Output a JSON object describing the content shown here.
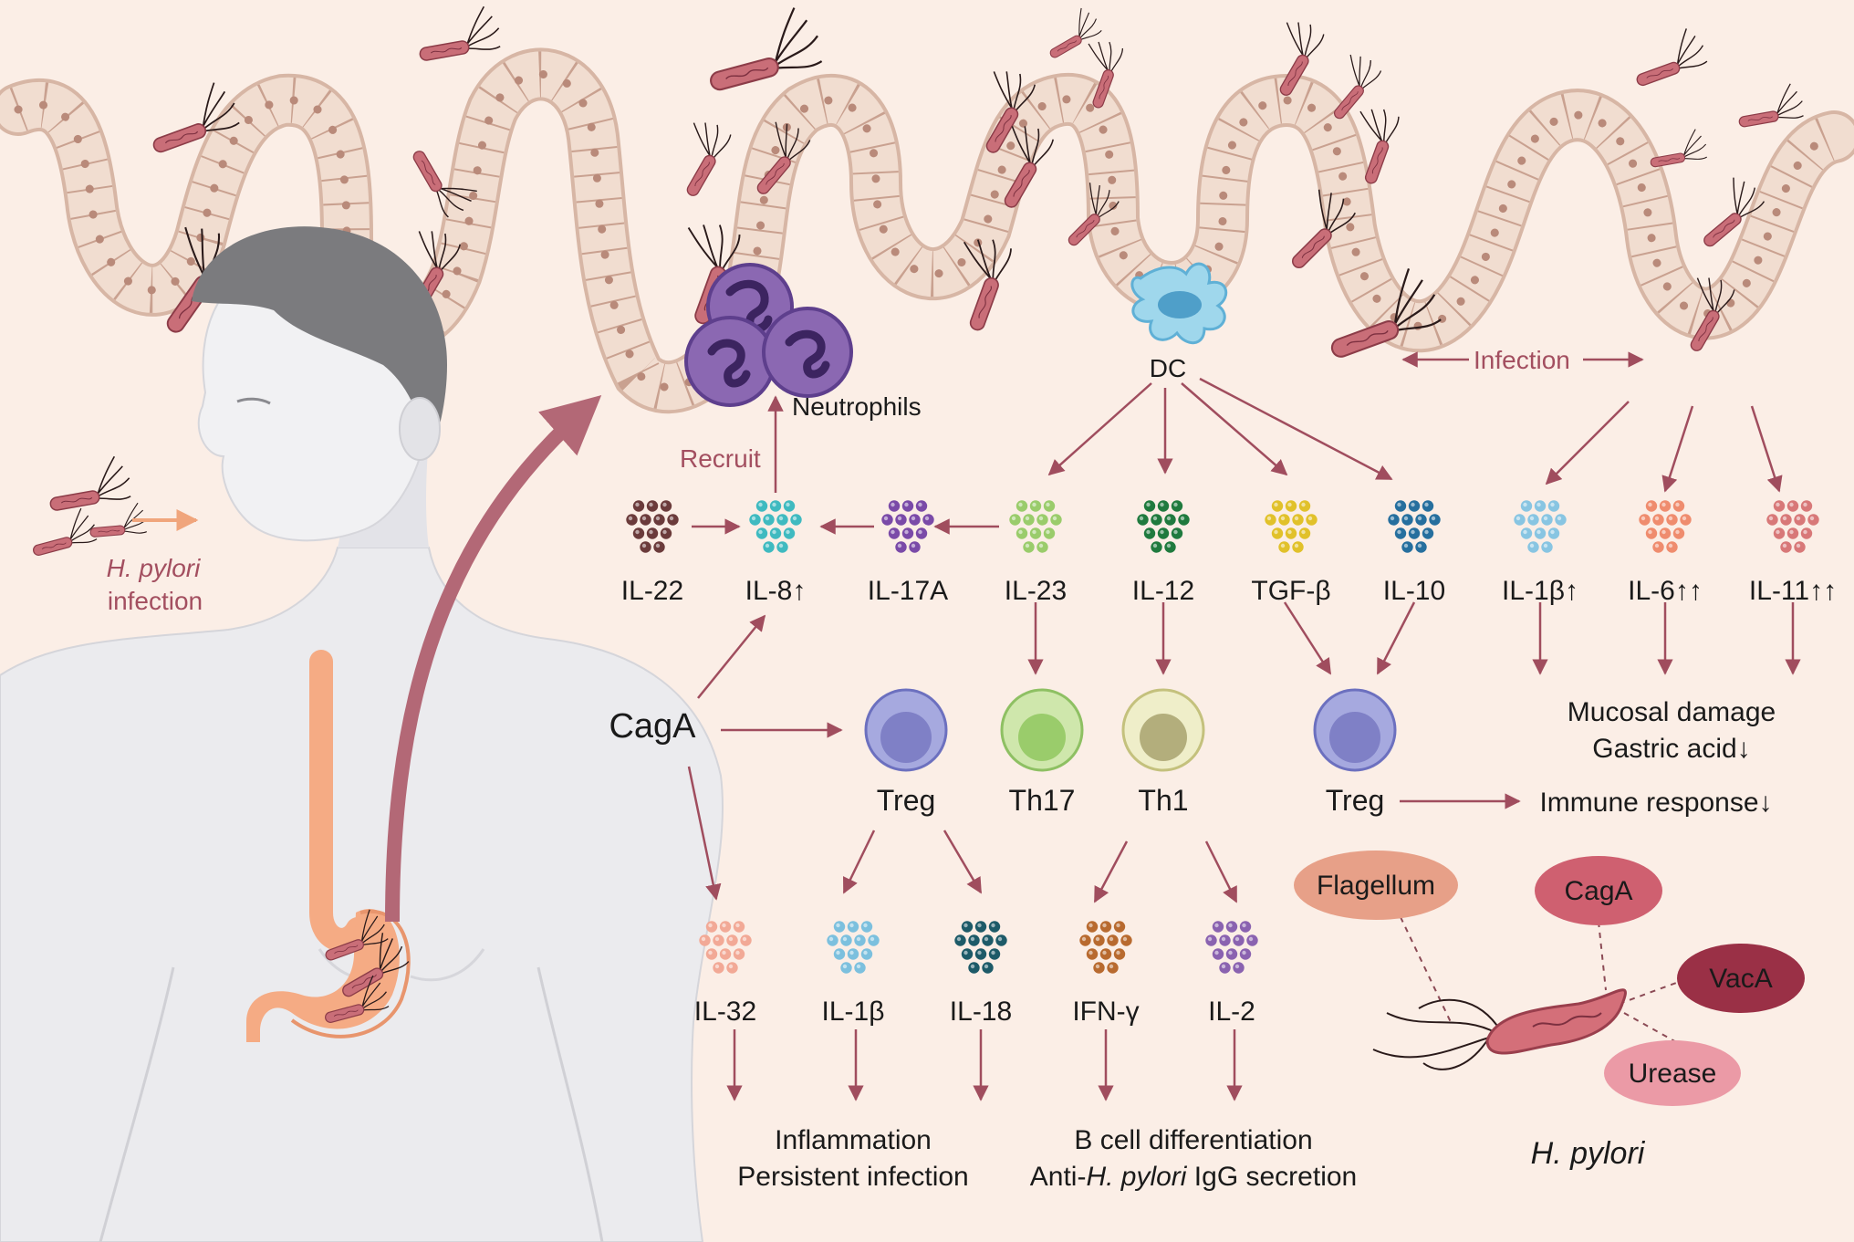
{
  "colors": {
    "background": "#fbeee6",
    "arrow": "#a04d5e",
    "label_accent": "#a34f60",
    "bacteria": "#c96e78",
    "epithelium": "#ecd3c4",
    "skin": "#ebebee",
    "stomach": "#f5ab84"
  },
  "labels": {
    "neutrophils": "Neutrophils",
    "recruit": "Recruit",
    "dc": "DC",
    "infection": "Infection",
    "hp_infection_line1": "H. pylori",
    "hp_infection_line2": "infection",
    "caga_main": "CagA"
  },
  "cytokines_top": [
    {
      "label": "IL-22",
      "color": "#6b3b3b"
    },
    {
      "label": "IL-8↑",
      "color": "#3fbac0"
    },
    {
      "label": "IL-17A",
      "color": "#7a4aa8"
    },
    {
      "label": "IL-23",
      "color": "#9acc6b"
    },
    {
      "label": "IL-12",
      "color": "#1f7a3e"
    },
    {
      "label": "TGF-β",
      "color": "#e1c12a"
    },
    {
      "label": "IL-10",
      "color": "#266f9e"
    },
    {
      "label": "IL-1β↑",
      "color": "#88c5e2"
    },
    {
      "label": "IL-6↑↑",
      "color": "#ef8c6e"
    },
    {
      "label": "IL-11↑↑",
      "color": "#d87878"
    }
  ],
  "cells": [
    {
      "label": "Treg"
    },
    {
      "label": "Th17"
    },
    {
      "label": "Th1"
    },
    {
      "label": "Treg"
    }
  ],
  "cytokines_bottom": [
    {
      "label": "IL-32",
      "color": "#f2a996"
    },
    {
      "label": "IL-1β",
      "color": "#7cc0de"
    },
    {
      "label": "IL-18",
      "color": "#1d5a68"
    },
    {
      "label": "IFN-γ",
      "color": "#b86a2f"
    },
    {
      "label": "IL-2",
      "color": "#8a62b0"
    }
  ],
  "outcomes": {
    "mucosal_damage": "Mucosal damage",
    "gastric_acid": "Gastric acid↓",
    "immune_response": "Immune response↓",
    "inflammation": "Inflammation",
    "persistent_infection": "Persistent infection",
    "b_cell": "B cell differentiation",
    "igg_prefix": "Anti-",
    "igg_italic": "H. pylori",
    "igg_suffix": " IgG secretion"
  },
  "virulence": {
    "flagellum": "Flagellum",
    "caga": "CagA",
    "vaca": "VacA",
    "urease": "Urease",
    "species": "H. pylori"
  }
}
